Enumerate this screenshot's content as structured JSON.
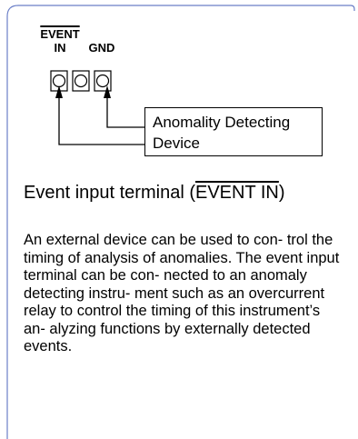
{
  "terminal_labels": {
    "event_top": "EVENT",
    "event_bottom": "IN",
    "gnd": "GND"
  },
  "device_label": "Anomality Detecting Device",
  "heading": {
    "prefix": "Event input terminal (",
    "overlined": "EVENT IN",
    "suffix": ")"
  },
  "description": "An external device can be used to con- trol the timing of analysis of anomalies. The event input terminal can be con- nected to an anomaly detecting instru- ment such as an overcurrent relay to control the timing of this instrument’s an- alyzing functions by externally detected events.",
  "colors": {
    "frame_border": "#6b7fc8",
    "text": "#000000"
  }
}
